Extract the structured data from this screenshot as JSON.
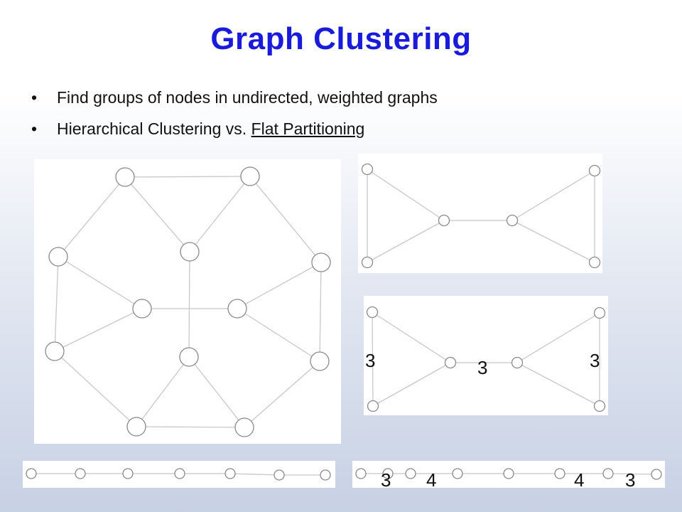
{
  "title": "Graph Clustering",
  "bullets": [
    {
      "marker": "•",
      "text": "Find groups of nodes in undirected, weighted graphs"
    },
    {
      "marker": "•",
      "text_plain": "Hierarchical Clustering vs. ",
      "text_underlined": "Flat Partitioning"
    }
  ],
  "diagrams": {
    "bowtie_weighted_labels": [
      "3",
      "3",
      "3"
    ],
    "chain_weighted_labels": [
      "3",
      "4",
      "4",
      "3"
    ]
  }
}
